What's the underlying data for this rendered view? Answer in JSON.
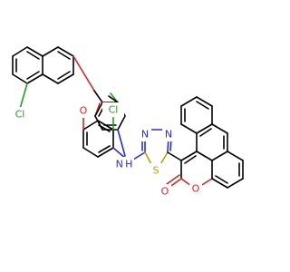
{
  "molecule": {
    "colors": {
      "Cl": "#1f9e1f",
      "O": "#e02020",
      "N": "#2a2ae0",
      "S": "#b8a200",
      "C": "#000000"
    },
    "atoms": {
      "cl_left": "Cl",
      "o_ether": "O",
      "cl_right": "Cl",
      "nh": "N H",
      "n_top_left": "N",
      "n_top_right": "N",
      "s_ring": "S",
      "o_carbonyl": "O",
      "o_ring": "O"
    }
  }
}
